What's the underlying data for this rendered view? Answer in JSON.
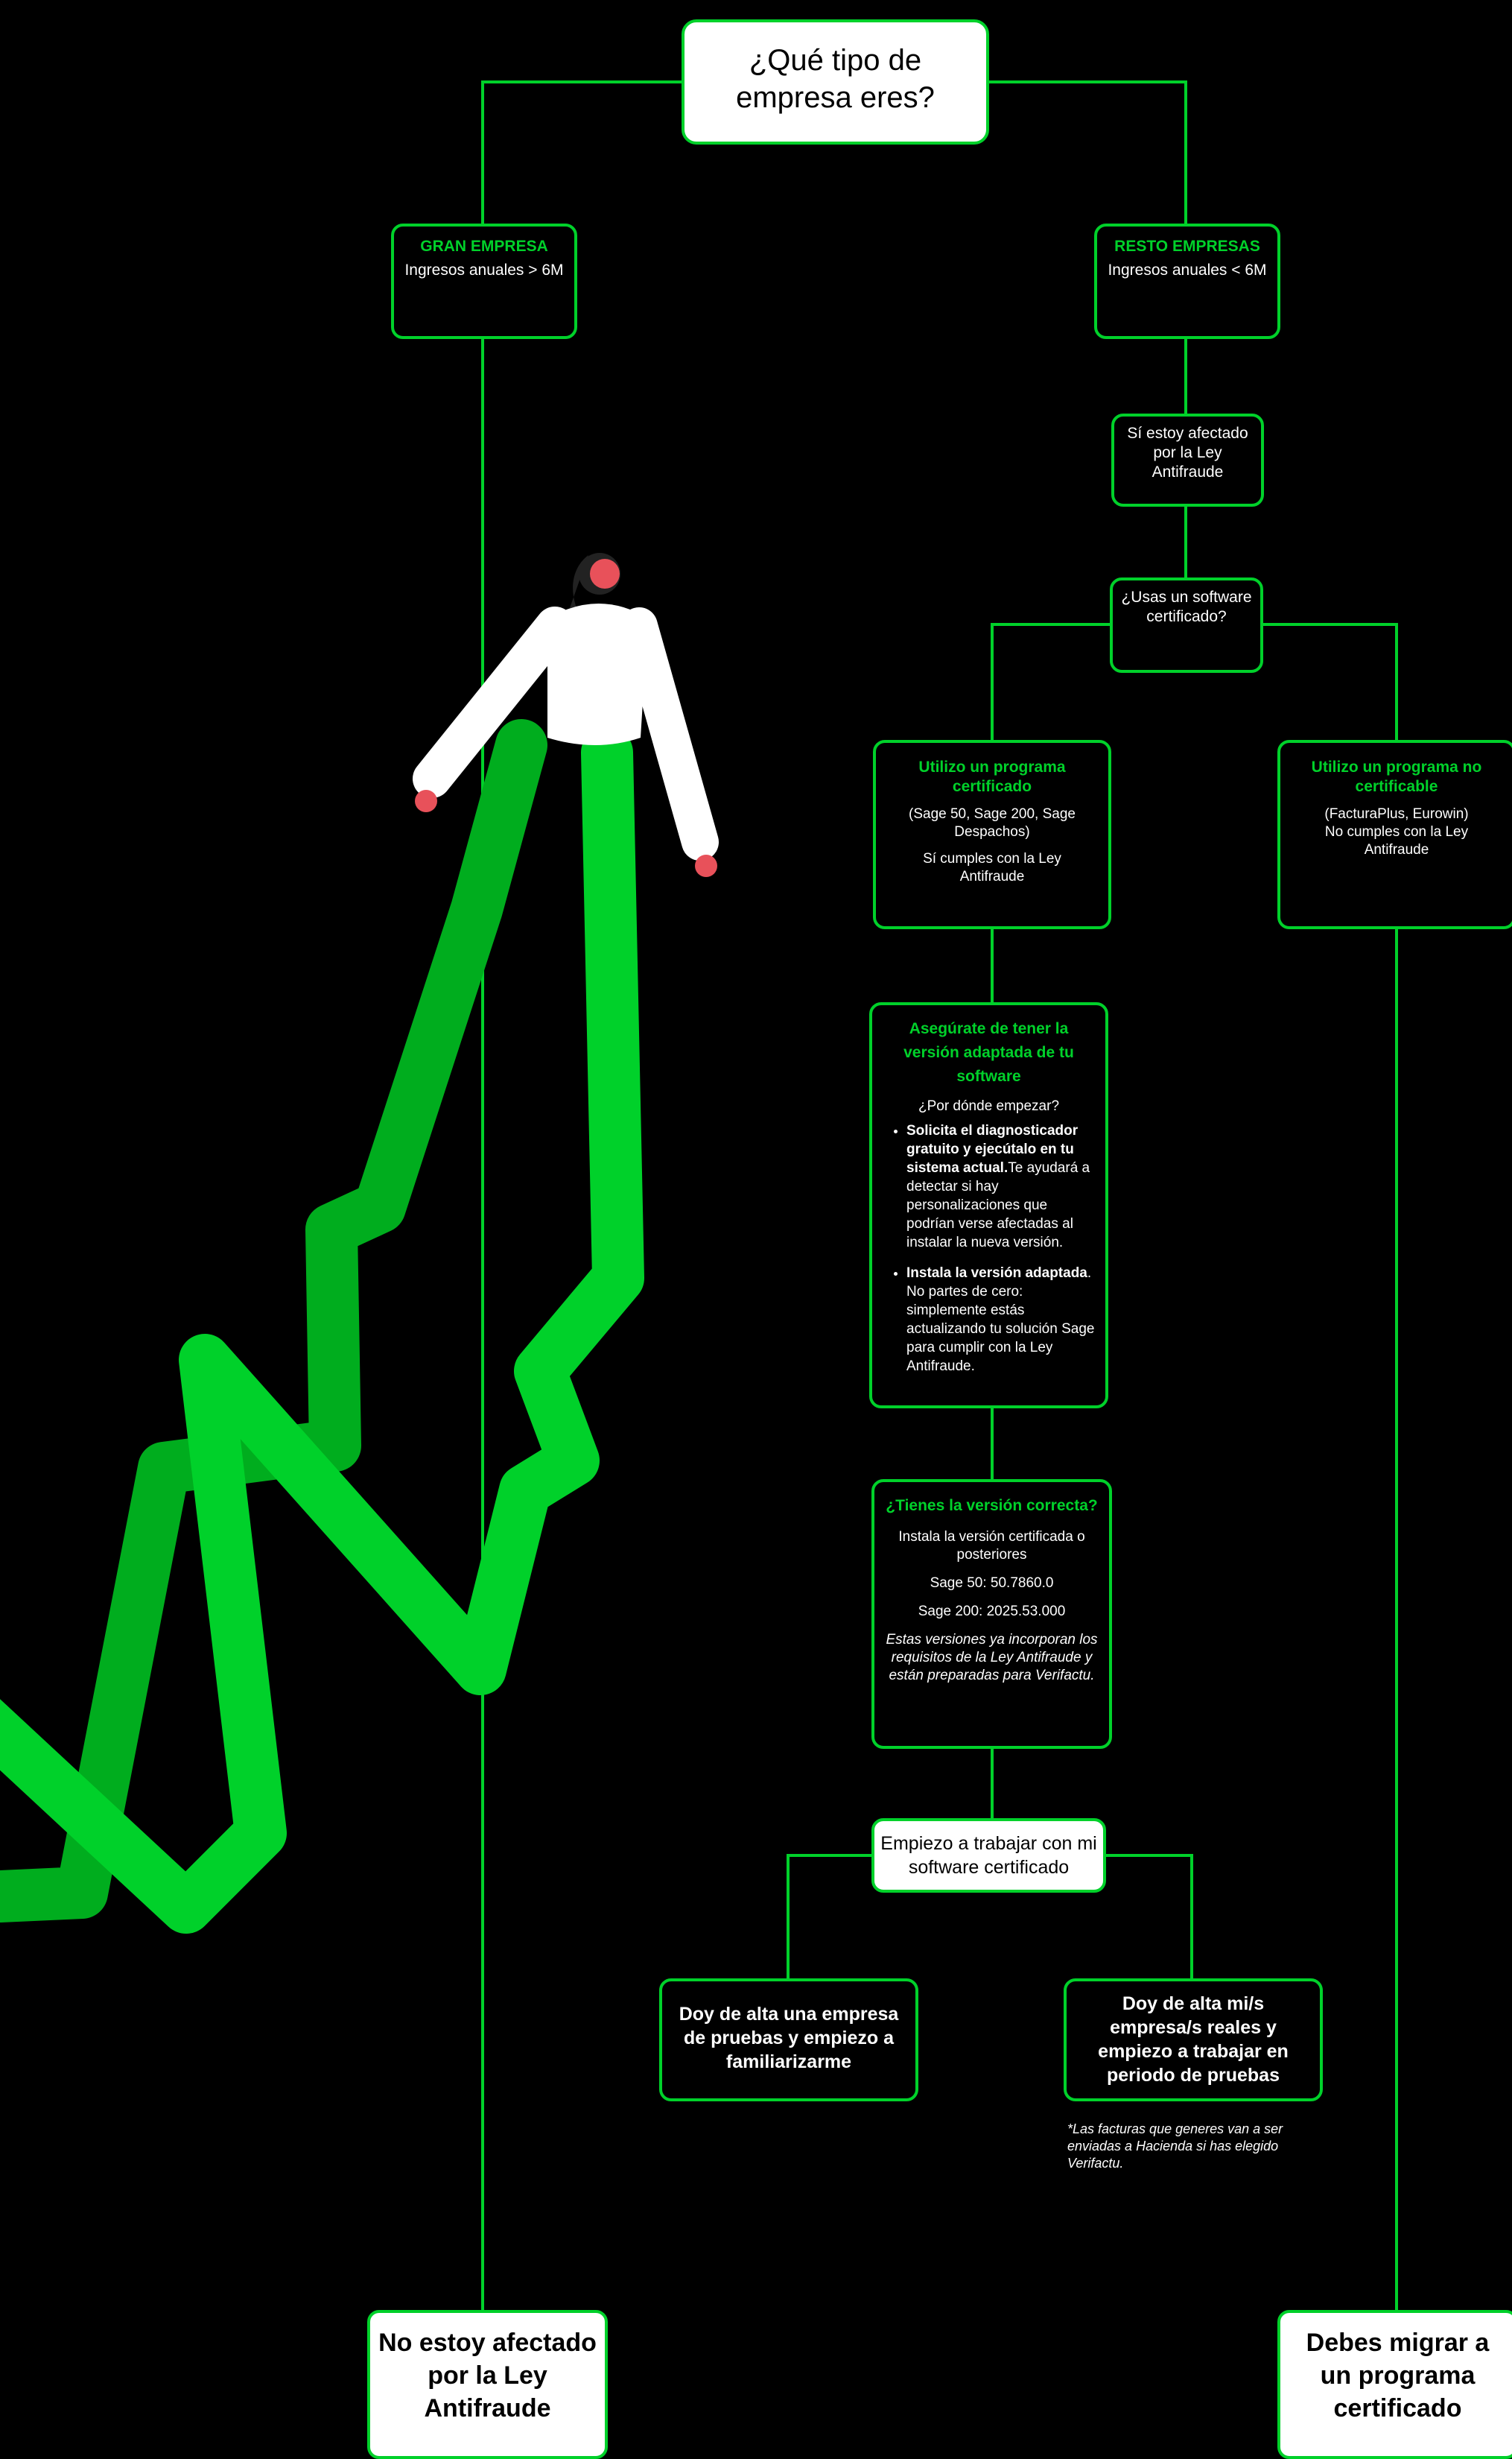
{
  "root": {
    "question": "¿Qué tipo de empresa eres?"
  },
  "gran": {
    "title": "GRAN EMPRESA",
    "text": "Ingresos anuales > 6M"
  },
  "resto": {
    "title": "RESTO EMPRESAS",
    "text": "Ingresos anuales < 6M"
  },
  "afectado": {
    "text": "Sí estoy afectado por la Ley Antifraude"
  },
  "usas": {
    "text": "¿Usas un software certificado?"
  },
  "certificado": {
    "title": "Utilizo un programa certificado",
    "examples": "(Sage 50, Sage 200, Sage Despachos)",
    "text": "Sí cumples con la Ley Antifraude"
  },
  "no_certificable": {
    "title": "Utilizo un programa no certificable",
    "examples": "(FacturaPlus, Eurowin)",
    "text": "No cumples con la Ley Antifraude"
  },
  "asegurate": {
    "title": "Asegúrate de tener la versión adaptada de tu software",
    "subtitle": "¿Por dónde empezar?",
    "item1_bold": "Solicita el diagnosticador gratuito y ejecútalo en tu sistema actual.",
    "item1_text": "Te ayudará a detectar si hay personalizaciones que podrían verse afectadas al instalar la nueva versión.",
    "item2_bold": "Instala la versión adaptada",
    "item2_text": ". No partes de cero: simplemente estás actualizando tu solución Sage para cumplir con la Ley Antifraude."
  },
  "version": {
    "title": "¿Tienes la versión correcta?",
    "text": "Instala la versión certificada o posteriores",
    "sage50": "Sage 50: 50.7860.0",
    "sage200": "Sage 200: 2025.53.000",
    "note": "Estas versiones ya incorporan los requisitos de la Ley Antifraude y están preparadas para Verifactu."
  },
  "empiezo": {
    "text": "Empiezo a trabajar con mi software certificado"
  },
  "pruebas": {
    "text": "Doy de alta una empresa de pruebas y empiezo a familiarizarme"
  },
  "reales": {
    "text": "Doy de alta mi/s empresa/s reales y empiezo a trabajar en periodo de pruebas"
  },
  "facturas_note": "*Las facturas que generes van a ser enviadas a Hacienda si has elegido Verifactu.",
  "no_afectado": {
    "text": "No estoy afectado por la Ley Antifraude"
  },
  "migrar": {
    "text": "Debes migrar a un programa certificado"
  },
  "colors": {
    "accent": "#00d12a",
    "background": "#000000",
    "skin_red": "#e8515a"
  }
}
